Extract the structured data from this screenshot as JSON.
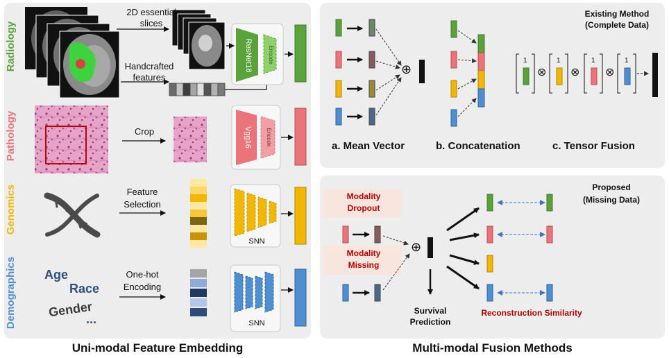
{
  "left_panel": {
    "caption": "Uni-modal Feature Embedding",
    "rows": {
      "radiology": {
        "label": "Radiology",
        "slices_label_1": "2D essential",
        "slices_label_2": "slices",
        "handcrafted_label_1": "Handcrafted",
        "handcrafted_label_2": "features",
        "network": "ResNet18",
        "encoder": "Encode"
      },
      "pathology": {
        "label": "Pathology",
        "crop_label": "Crop",
        "network": "Vgg16",
        "encoder": "Encode"
      },
      "genomics": {
        "label": "Genomics",
        "selection_label_1": "Feature",
        "selection_label_2": "Selection",
        "network": "SNN"
      },
      "demographics": {
        "label": "Demographics",
        "words": [
          "Age",
          "Race",
          "Gender",
          "..."
        ],
        "encoding_label_1": "One-hot",
        "encoding_label_2": "Encoding",
        "network": "SNN"
      }
    },
    "colors": {
      "radiology": "#5aa33c",
      "pathology": "#e9747a",
      "genomics": "#f2b705",
      "demographics": "#4f8fcf"
    }
  },
  "right_panel": {
    "caption": "Multi-modal Fusion Methods",
    "existing": {
      "title_1": "Existing Method",
      "title_2": "(Complete Data)",
      "mean_vector": "a. Mean Vector",
      "concatenation": "b. Concatenation",
      "tensor_fusion": "c. Tensor Fusion",
      "tensor_one": "1",
      "sum_symbol": "⊕",
      "product_symbol": "⊗"
    },
    "proposed": {
      "title_1": "Proposed",
      "title_2": "(Missing Data)",
      "dropout_1": "Modality",
      "dropout_2": "Dropout",
      "missing_1": "Modality",
      "missing_2": "Missing",
      "survival_1": "Survival",
      "survival_2": "Prediction",
      "reconstruction": "Reconstruction Similarity",
      "sum_symbol": "⊕"
    }
  }
}
